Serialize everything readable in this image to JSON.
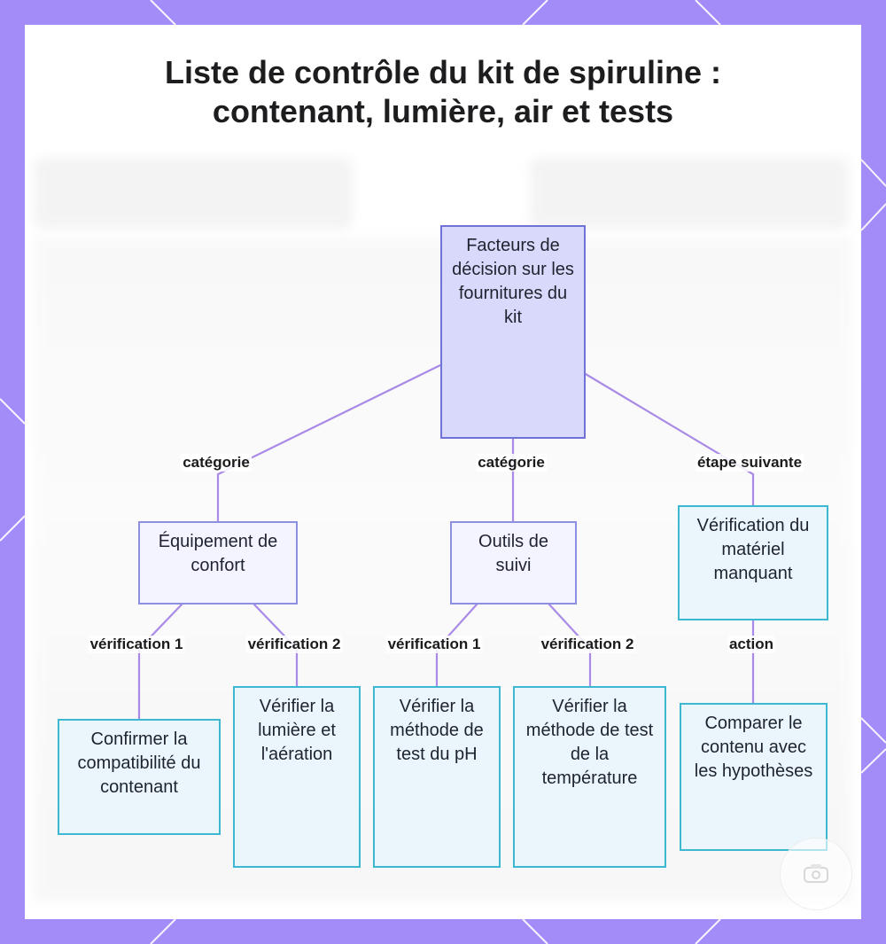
{
  "title": "Liste de contrôle du kit de spiruline : contenant, lumière, air et tests",
  "colors": {
    "frame": "#a38cf7",
    "edge": "#a98ae6",
    "root_fill": "#d9dafb",
    "root_border": "#6f73d6",
    "mid_fill": "#f3f4ff",
    "mid_border": "#8d8fe0",
    "leaf_fill": "#eaf6fc",
    "leaf_border": "#3cb8d2"
  },
  "nodes": {
    "root": "Facteurs de décision sur les fournitures du kit",
    "comfort": "Équipement de confort",
    "tools": "Outils de suivi",
    "missing": "Vérification du matériel manquant",
    "container": "Confirmer la compatibilité du contenant",
    "light": "Vérifier la lumière et l'aération",
    "ph": "Vérifier la méthode de test du pH",
    "temp": "Vérifier la méthode de test de la température",
    "compare": "Comparer le contenu avec les hypothèses"
  },
  "edge_labels": {
    "cat1": "catégorie",
    "cat2": "catégorie",
    "next": "étape suivante",
    "v1a": "vérification 1",
    "v2a": "vérification 2",
    "v1b": "vérification 1",
    "v2b": "vérification 2",
    "action": "action"
  },
  "badge_icon": "watermark-logo-icon"
}
